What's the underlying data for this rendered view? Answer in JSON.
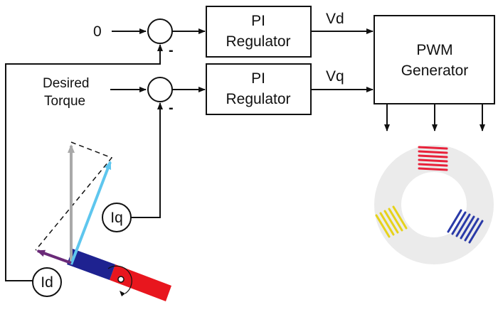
{
  "inputs": {
    "zero": "0",
    "desired_torque_line1": "Desired",
    "desired_torque_line2": "Torque"
  },
  "summers": {
    "minus_top": "-",
    "minus_bottom": "-"
  },
  "regulators": [
    {
      "line1": "PI",
      "line2": "Regulator"
    },
    {
      "line1": "PI",
      "line2": "Regulator"
    }
  ],
  "signals": {
    "vd": "Vd",
    "vq": "Vq"
  },
  "pwm": {
    "line1": "PWM",
    "line2": "Generator"
  },
  "measurements": {
    "iq": "Iq",
    "id": "Id"
  },
  "colors": {
    "coil_red": "#e8213a",
    "coil_blue": "#2a3aa8",
    "coil_yellow": "#e6d21a",
    "stator_ring": "#ebebeb",
    "rotor_red": "#e8161e",
    "rotor_blue": "#1e2290",
    "vector_cyan": "#5ec6ee",
    "vector_gray": "#a9a9a9",
    "vector_purple": "#6a2a78"
  }
}
